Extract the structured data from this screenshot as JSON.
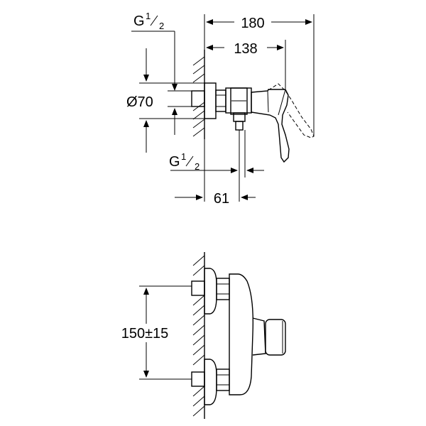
{
  "top_view": {
    "thread_top": {
      "base": "G",
      "num": "1",
      "den": "2"
    },
    "thread_bottom": {
      "base": "G",
      "num": "1",
      "den": "2"
    },
    "dim_overall": "180",
    "dim_body": "138",
    "dim_rosette": "Ø70",
    "dim_outlet": "61"
  },
  "front_view": {
    "dim_centers": "150±15"
  }
}
